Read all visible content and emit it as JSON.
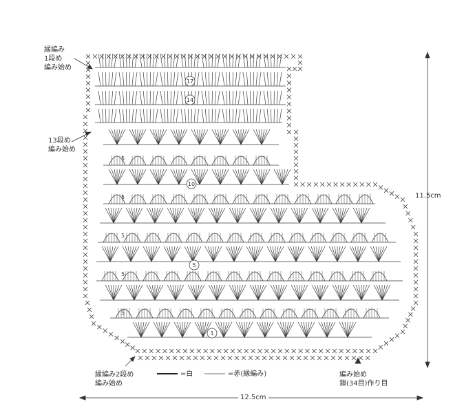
{
  "labels": {
    "edge_row1_line1": "縁編み",
    "edge_row1_line2": "1段め",
    "edge_row1_line3": "編み始め",
    "row13_line1": "13段め",
    "row13_line2": "編み始め",
    "edge_row2_line1": "縁編み2段め",
    "edge_row2_line2": "編み始め",
    "start_line1": "編み始め",
    "start_line2": "鎖(34目)作り目"
  },
  "legend": {
    "white": "=白",
    "red": "=赤(縁編み)"
  },
  "dimensions": {
    "height": "11.5cm",
    "width": "12.5cm"
  },
  "row_markers": {
    "r1": "①",
    "r5": "⑤",
    "r10": "⑩",
    "r14": "⑭",
    "r17": "⑰"
  },
  "repeat_marker": "5",
  "colors": {
    "ink": "#3a3a3a",
    "background": "#ffffff"
  }
}
